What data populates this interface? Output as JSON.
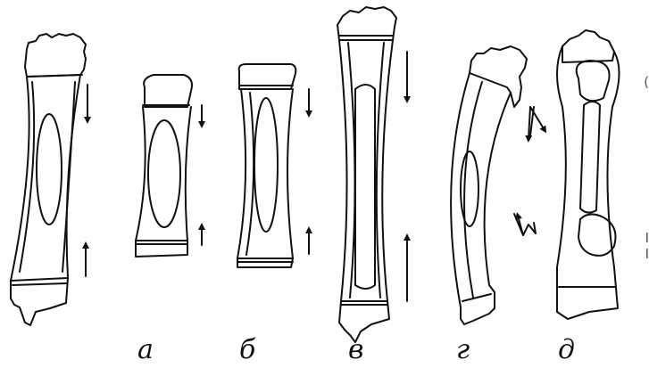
{
  "panels": [
    {
      "id": "a",
      "label": "а"
    },
    {
      "id": "b",
      "label": "б"
    },
    {
      "id": "v",
      "label": "в"
    },
    {
      "id": "g",
      "label": "г"
    },
    {
      "id": "d",
      "label": "д"
    }
  ],
  "edge_fragments": [
    "(",
    "I",
    "I"
  ],
  "colors": {
    "ink": "#111111",
    "paper": "#ffffff"
  }
}
